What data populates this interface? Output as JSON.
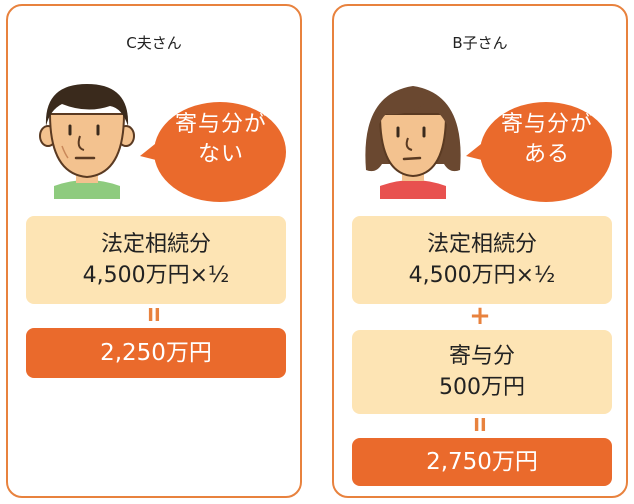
{
  "left_panel": {
    "title": "C夫さん",
    "bubble_line1": "寄与分が",
    "bubble_line2": "ない",
    "box1_line1": "法定相続分",
    "box1_line2": "4,500万円×½",
    "equals": "II",
    "result": "2,250万円"
  },
  "right_panel": {
    "title": "B子さん",
    "bubble_line1": "寄与分が",
    "bubble_line2": "ある",
    "box1_line1": "法定相続分",
    "box1_line2": "4,500万円×½",
    "plus": "+",
    "box2_line1": "寄与分",
    "box2_line2": "500万円",
    "equals": "II",
    "result": "2,750万円"
  },
  "colors": {
    "accent": "#e8823e",
    "result_box": "#ea6a2c",
    "light_box": "#fde4b4"
  }
}
